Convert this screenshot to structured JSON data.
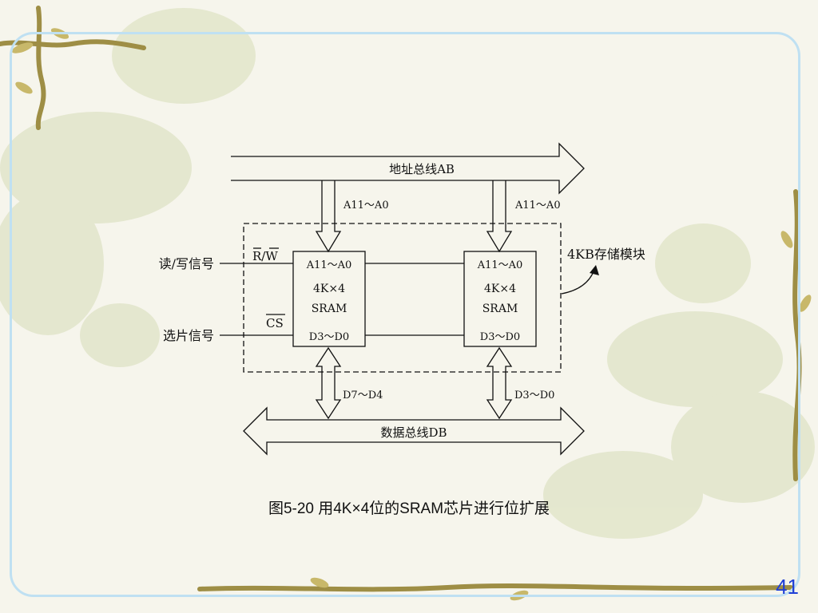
{
  "diagram": {
    "address_bus_label": "地址总线AB",
    "data_bus_label": "数据总线DB",
    "addr_tap_left": "A11～A0",
    "addr_tap_right": "A11～A0",
    "data_tap_left": "D7～D4",
    "data_tap_right": "D3～D0",
    "chip_left": {
      "addr": "A11～A0",
      "size": "4K×4",
      "type": "SRAM",
      "data": "D3～D0"
    },
    "chip_right": {
      "addr": "A11～A0",
      "size": "4K×4",
      "type": "SRAM",
      "data": "D3～D0"
    },
    "rw_pin": "R/W",
    "cs_pin": "CS",
    "rw_signal": "读/写信号",
    "cs_signal": "选片信号",
    "module_label": "4KB存储模块"
  },
  "caption": "图5-20 用4K×4位的SRAM芯片进行位扩展",
  "page_number": "41",
  "colors": {
    "frame": "#bfe0f2",
    "page_number": "#1f3fd6",
    "background": "#f6f5ec"
  }
}
